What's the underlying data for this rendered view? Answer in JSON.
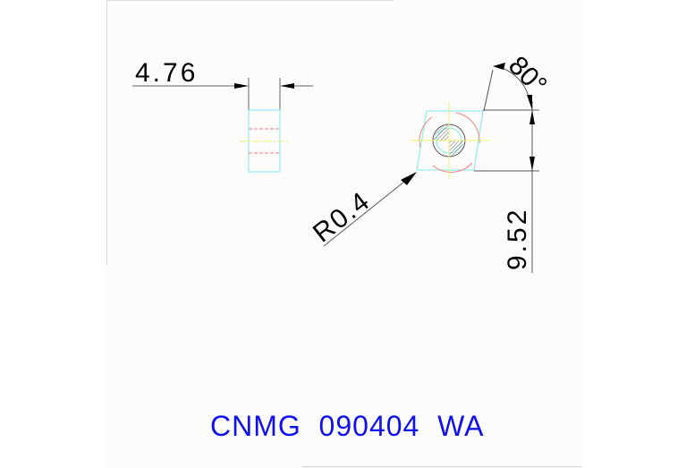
{
  "drawing": {
    "type": "cutting insert technical drawing",
    "side_view": {
      "thickness_label": "4.76"
    },
    "top_view": {
      "angle_label": "80°",
      "corner_radius_label": "R0.4",
      "inscribed_circle_label": "9.52"
    },
    "part_designation": "CNMG  090404  WA"
  },
  "colors": {
    "outline": "#7fe8f0",
    "hidden_line": "#f08080",
    "center_line": "#f0f070",
    "dimension_line": "#555555",
    "dimension_text": "#000000",
    "title_text": "#1010ee",
    "background": "#fcfdfa"
  }
}
